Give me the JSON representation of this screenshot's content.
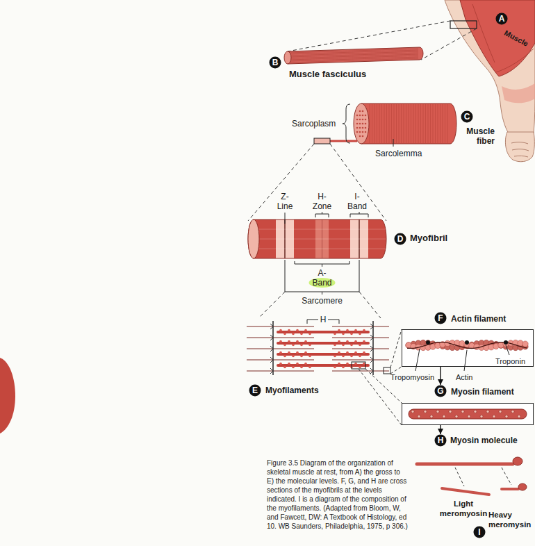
{
  "diagram": {
    "caption": "Figure 3.5 Diagram of the organization of skeletal muscle at rest, from A) the gross to E) the molecular levels. F, G, and H are cross sections of the myofibrils at the levels indicated. I is a diagram of the composition of the myofilaments. (Adapted from Bloom, W, and Fawcett, DW: A Textbook of Histology, ed 10. WB Saunders, Philadelphia, 1975, p 306.)",
    "nodes": [
      {
        "text": [
          "A"
        ]
      },
      {
        "text": [
          "B"
        ]
      },
      {
        "text": [
          "C"
        ]
      },
      {
        "text": [
          "D"
        ]
      },
      {
        "text": [
          "E"
        ]
      },
      {
        "text": [
          "F"
        ]
      },
      {
        "text": [
          "Actin filament",
          "Troponin"
        ]
      },
      {
        "text": [
          "G"
        ]
      },
      {
        "text": [
          "Myosin filament"
        ]
      },
      {
        "text": [
          "H"
        ]
      },
      {
        "text": [
          "I"
        ]
      }
    ],
    "edges": [
      {
        "from": 6,
        "to": 7,
        "arrow": "to"
      },
      {
        "from": 8,
        "to": 9,
        "arrow": "to"
      }
    ],
    "labels": [
      "Muscle",
      "Muscle fasciculus",
      "Sarcoplasm",
      "Sarcolemma",
      "Muscle fiber",
      "Z- Line",
      "H- Zone",
      "I- Band",
      "Myofibril",
      "A- Band",
      "Sarcomere",
      "H",
      "Myofilaments",
      "Tropomyosin",
      "Actin",
      "Myosin molecule",
      "Light meromyosin",
      "Heavy meromysin"
    ]
  }
}
